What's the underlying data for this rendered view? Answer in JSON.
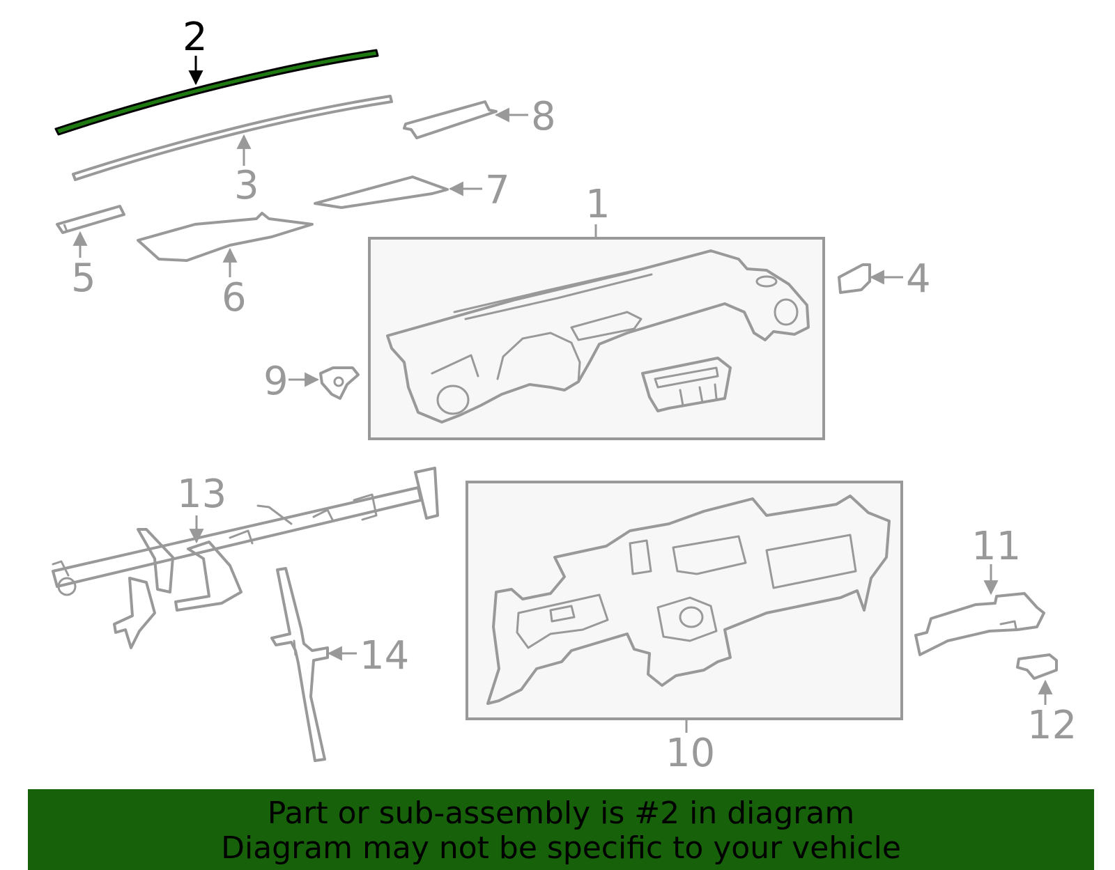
{
  "callouts": {
    "c1": "1",
    "c2": "2",
    "c3": "3",
    "c4": "4",
    "c5": "5",
    "c6": "6",
    "c7": "7",
    "c8": "8",
    "c9": "9",
    "c10": "10",
    "c11": "11",
    "c12": "12",
    "c13": "13",
    "c14": "14"
  },
  "highlight": {
    "part": "2",
    "color": "#1f7a12"
  },
  "banner": {
    "line1": "Part or sub-assembly is #2 in diagram",
    "line2": "Diagram may not be specific to your vehicle",
    "background": "#16610a"
  }
}
